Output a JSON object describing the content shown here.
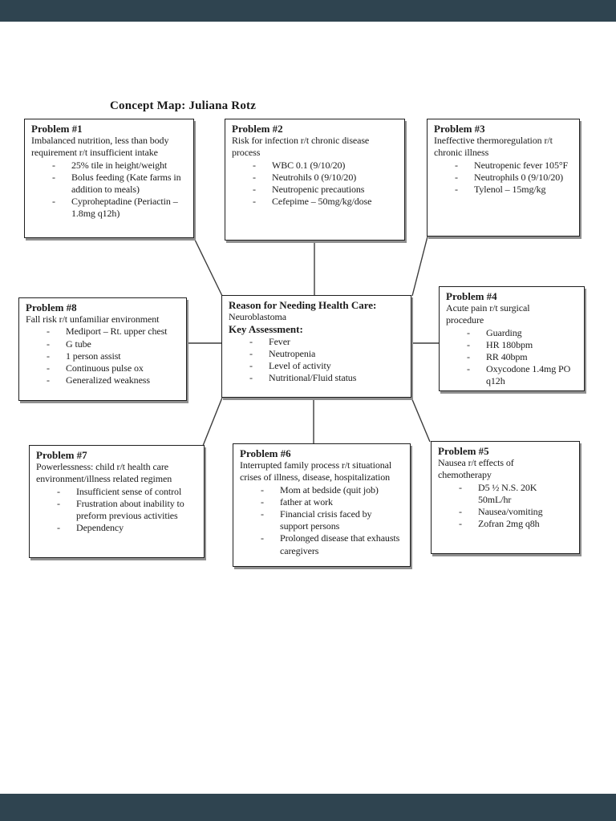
{
  "page": {
    "title": "Concept Map: Juliana Rotz",
    "viewer_bar_color": "#2f4450",
    "page_background": "#ffffff",
    "box_border_color": "#1f1f1f"
  },
  "center": {
    "heading": "Reason for Needing Health Care:",
    "diagnosis": "Neuroblastoma",
    "subheading": "Key Assessment:",
    "bullets": [
      [
        "Fever"
      ],
      [
        "Neutropenia"
      ],
      [
        "Level of activity"
      ],
      [
        "Nutritional/Fluid status"
      ]
    ]
  },
  "problems": [
    {
      "heading": "Problem #1",
      "description": [
        "Imbalanced nutrition, less than body",
        "requirement r/t insufficient intake"
      ],
      "bullets": [
        [
          "25% tile in height/weight"
        ],
        [
          "Bolus feeding (Kate farms in",
          "addition to meals)"
        ],
        [
          "Cyproheptadine (Periactin –",
          "1.8mg q12h)"
        ]
      ]
    },
    {
      "heading": "Problem #2",
      "description": [
        "Risk for infection r/t chronic disease",
        "process"
      ],
      "bullets": [
        [
          "WBC 0.1 (9/10/20)"
        ],
        [
          "Neutrohils 0 (9/10/20)"
        ],
        [
          "Neutropenic precautions"
        ],
        [
          "Cefepime – 50mg/kg/dose"
        ]
      ]
    },
    {
      "heading": "Problem #3",
      "description": [
        "Ineffective thermoregulation r/t",
        "chronic illness"
      ],
      "bullets": [
        [
          "Neutropenic fever 105°F"
        ],
        [
          "Neutrophils 0 (9/10/20)"
        ],
        [
          "Tylenol – 15mg/kg"
        ]
      ]
    },
    {
      "heading": "Problem #4",
      "description": [
        "Acute pain r/t surgical",
        "procedure"
      ],
      "bullets": [
        [
          "Guarding"
        ],
        [
          "HR 180bpm"
        ],
        [
          "RR 40bpm"
        ],
        [
          "Oxycodone 1.4mg PO",
          "q12h"
        ]
      ]
    },
    {
      "heading": "Problem #5",
      "description": [
        "Nausea r/t effects of",
        "chemotherapy"
      ],
      "bullets": [
        [
          "D5 ½ N.S. 20K",
          "50mL/hr"
        ],
        [
          "Nausea/vomiting"
        ],
        [
          "Zofran 2mg q8h"
        ]
      ]
    },
    {
      "heading": "Problem #6",
      "description": [
        "Interrupted family process r/t situational",
        "crises of illness, disease, hospitalization"
      ],
      "bullets": [
        [
          "Mom at bedside (quit job)"
        ],
        [
          "father at work"
        ],
        [
          "Financial crisis faced by",
          "support persons"
        ],
        [
          "Prolonged disease that exhausts",
          "caregivers"
        ]
      ]
    },
    {
      "heading": "Problem #7",
      "description": [
        "Powerlessness: child r/t health care",
        "environment/illness related regimen"
      ],
      "bullets": [
        [
          "Insufficient sense of control"
        ],
        [
          "Frustration about inability to",
          "preform previous activities"
        ],
        [
          "Dependency"
        ]
      ]
    },
    {
      "heading": "Problem #8",
      "description": [
        "Fall risk r/t unfamiliar environment"
      ],
      "bullets": [
        [
          "Mediport – Rt. upper chest"
        ],
        [
          "G tube"
        ],
        [
          "1 person assist"
        ],
        [
          "Continuous pulse ox"
        ],
        [
          "Generalized weakness"
        ]
      ]
    }
  ]
}
